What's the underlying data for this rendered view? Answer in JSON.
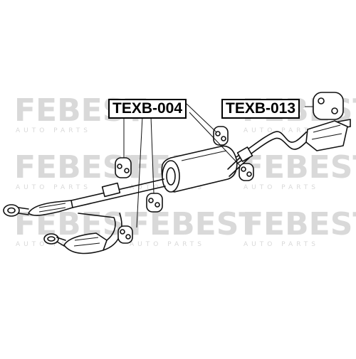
{
  "watermark": {
    "brand": "FEBEST",
    "tagline": "AUTO PARTS"
  },
  "parts": [
    {
      "label": "TEXB-004"
    },
    {
      "label": "TEXB-013"
    }
  ]
}
